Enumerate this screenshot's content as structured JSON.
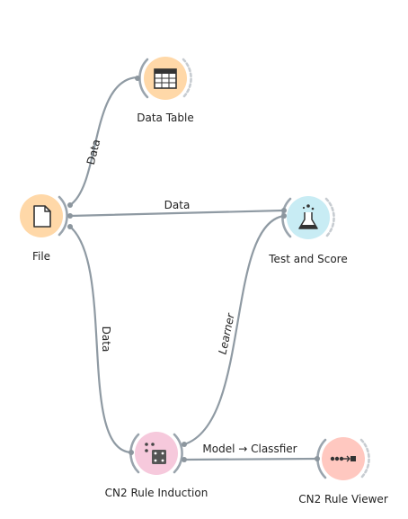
{
  "widgets": [
    {
      "id": "file",
      "label": "File",
      "icon": "file-icon",
      "color": "#ffd8a8",
      "border": "#f3b978"
    },
    {
      "id": "data-table",
      "label": "Data Table",
      "icon": "table-icon",
      "color": "#ffd8a8",
      "border": "#f3b978"
    },
    {
      "id": "test-and-score",
      "label": "Test and Score",
      "icon": "flask-icon",
      "color": "#c8ecf4",
      "border": "#8ccfe0"
    },
    {
      "id": "cn2-rule-induction",
      "label": "CN2 Rule Induction",
      "icon": "dice-icon",
      "color": "#f6c9dc",
      "border": "#e69fbe"
    },
    {
      "id": "cn2-rule-viewer",
      "label": "CN2 Rule Viewer",
      "icon": "rules-icon",
      "color": "#ffc8c0",
      "border": "#f39a8e"
    }
  ],
  "links": [
    {
      "from": "file",
      "to": "data-table",
      "label": "Data"
    },
    {
      "from": "file",
      "to": "test-and-score",
      "label": "Data"
    },
    {
      "from": "file",
      "to": "cn2-rule-induction",
      "label": "Data"
    },
    {
      "from": "cn2-rule-induction",
      "to": "test-and-score",
      "label": "Learner"
    },
    {
      "from": "cn2-rule-induction",
      "to": "cn2-rule-viewer",
      "label": "Model → Classfier"
    }
  ]
}
